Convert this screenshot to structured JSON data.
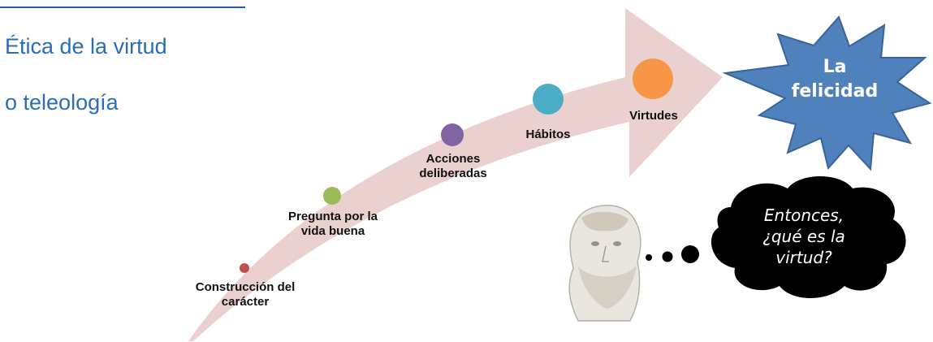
{
  "title": {
    "line1": "Ética de la virtud",
    "line2": "o teleología"
  },
  "stages": [
    {
      "label_l1": "Construcción del",
      "label_l2": "carácter",
      "color": "#c0504d"
    },
    {
      "label_l1": "Pregunta por la",
      "label_l2": "vida buena",
      "color": "#9bbb59"
    },
    {
      "label_l1": "Acciones",
      "label_l2": "deliberadas",
      "color": "#8064a2"
    },
    {
      "label_l1": "Hábitos",
      "label_l2": "",
      "color": "#4bacc6"
    },
    {
      "label_l1": "Virtudes",
      "label_l2": "",
      "color": "#f79646"
    }
  ],
  "goal": {
    "line1": "La",
    "line2": "felicidad",
    "color": "#4f81bd"
  },
  "thought": {
    "line1": "Entonces,",
    "line2": "¿qué es la",
    "line3": "virtud?"
  },
  "colors": {
    "arrow": "#ebd0d0",
    "title": "#2a6db5",
    "rule": "#1f5fa8",
    "bubble": "#000000"
  },
  "icons": {
    "bust": "philosopher-bust-icon"
  }
}
